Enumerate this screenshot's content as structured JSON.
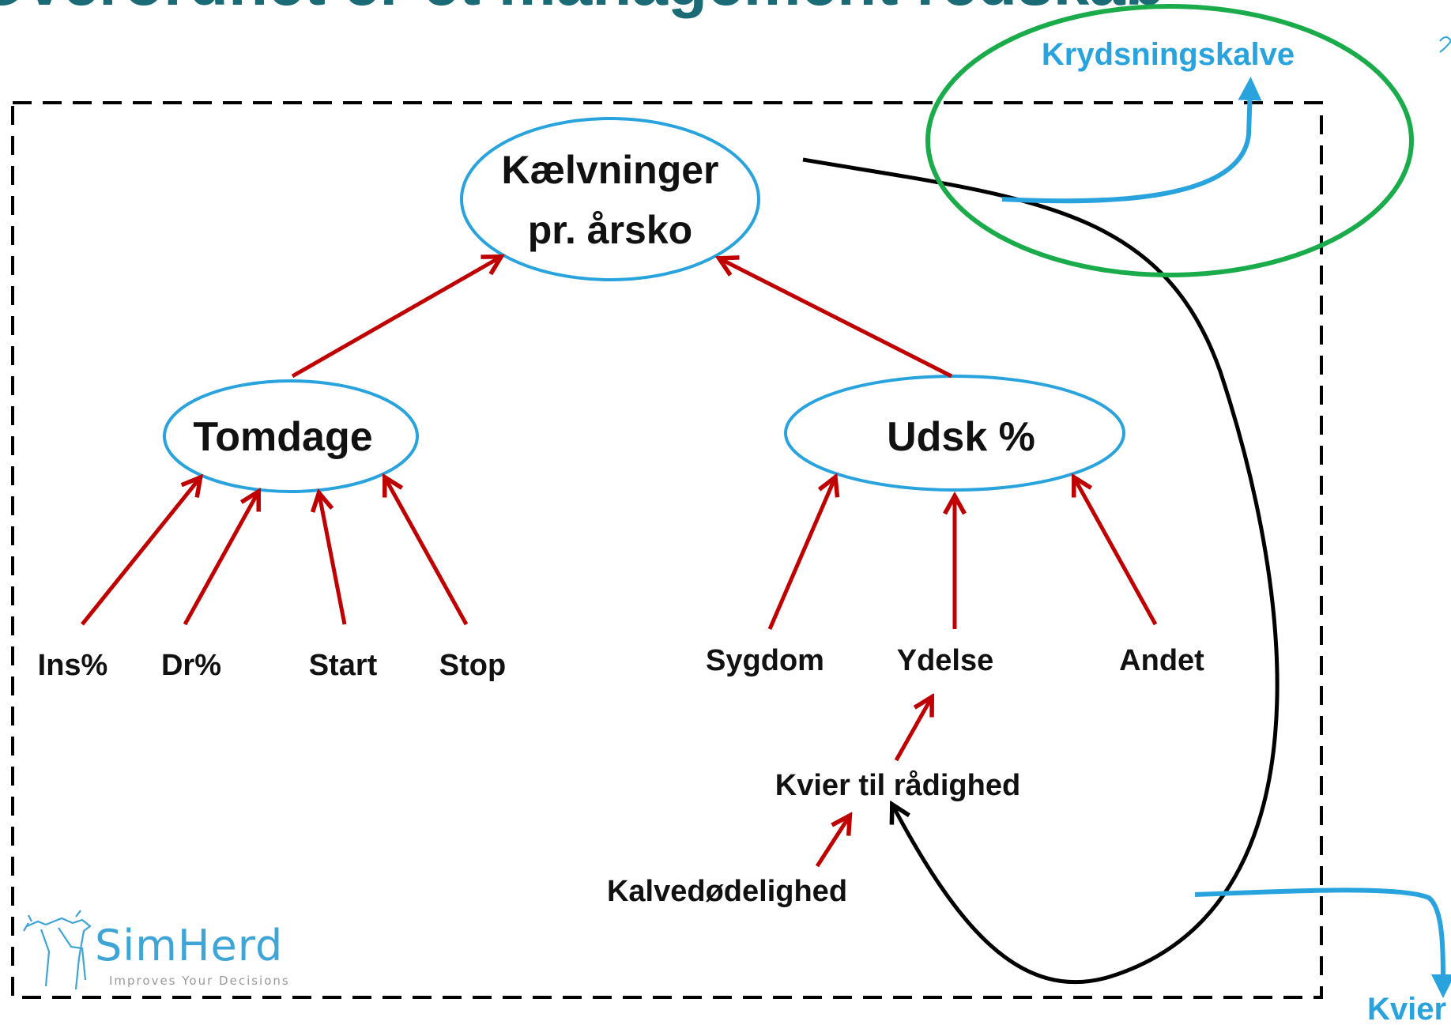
{
  "title": "Overordnet er et management redskab",
  "nodes": {
    "top": "Kælvninger pr. årsko",
    "top_line1": "Kælvninger",
    "top_line2": "pr. årsko",
    "tomdage": "Tomdage",
    "udsk": "Udsk %"
  },
  "leaves": {
    "ins": "Ins%",
    "dr": "Dr%",
    "start": "Start",
    "stop": "Stop",
    "sygdom": "Sygdom",
    "ydelse": "Ydelse",
    "andet": "Andet",
    "kvier_raadighed": "Kvier til rådighed",
    "kalvedoedelighed": "Kalvedødelighed"
  },
  "outcomes": {
    "krydsningskalve": "Krydsningskalve",
    "kvier": "Kvier"
  },
  "logo": {
    "name": "SimHerd",
    "tagline": "Improves Your Decisions"
  },
  "colors": {
    "title": "#1b6b76",
    "ellipse": "#29a3dd",
    "arrow_red": "#c00000",
    "highlight_green": "#1aab4b",
    "outcome_blue": "#29a3dd"
  }
}
